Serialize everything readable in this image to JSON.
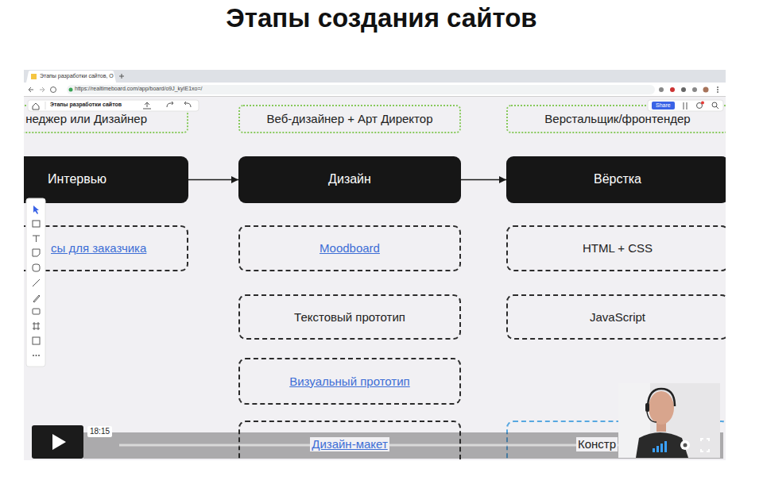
{
  "diagram": {
    "title": "Этапы создания сайтов",
    "nodes": [
      {
        "text": [
          "неджер или Дизайнер"
        ]
      },
      {
        "text": [
          "Веб-дизайнер + Арт Директор"
        ]
      },
      {
        "text": [
          "Верстальщик/фронтендер"
        ]
      },
      {
        "text": [
          "Интервью"
        ]
      },
      {
        "text": [
          "Дизайн"
        ]
      },
      {
        "text": [
          "Вёрстка"
        ]
      },
      {
        "text": [
          "сы для заказчика"
        ]
      },
      {
        "text": [
          "Moodboard"
        ]
      },
      {
        "text": [
          "HTML + CSS"
        ]
      },
      {
        "text": [
          "Текстовый прототип"
        ]
      },
      {
        "text": [
          "JavaScript"
        ]
      },
      {
        "text": [
          "Визуальный прототип"
        ]
      },
      {
        "text": [
          "Дизайн-макет"
        ]
      },
      {
        "text": [
          "Констр"
        ]
      }
    ],
    "edges": [
      {
        "from": 3,
        "to": 4,
        "arrow": "to"
      },
      {
        "from": 4,
        "to": 5,
        "arrow": "to"
      }
    ],
    "labels": [
      "Этапы разработки сайтов, О",
      "https://realtimeboard.com/app/board/o9J_kyIE1xo=/",
      "Этапы разработки сайтов",
      "Share",
      "18:15"
    ]
  }
}
